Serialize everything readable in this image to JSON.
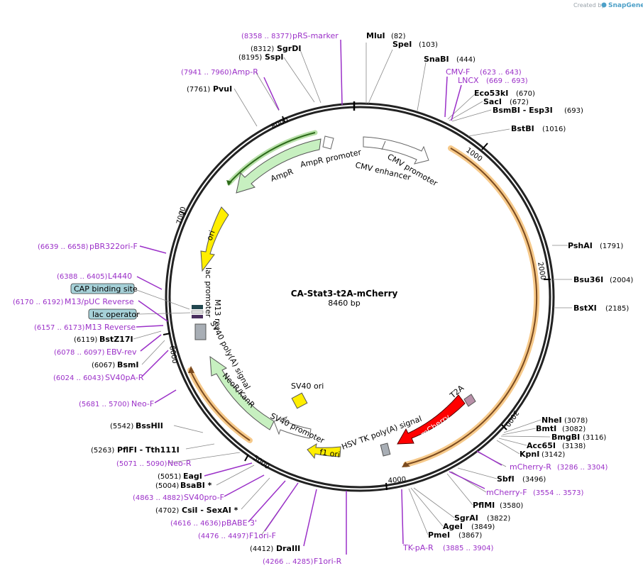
{
  "branding": {
    "created_by": "Created by",
    "app_name": "SnapGene"
  },
  "plasmid": {
    "name": "CA-Stat3-t2A-mCherry",
    "size": "8460 bp"
  },
  "ticks": [
    "1000",
    "2000",
    "3000",
    "4000",
    "5000",
    "6000",
    "7000",
    "8000"
  ],
  "features": {
    "cmv_enhancer": "CMV enhancer",
    "cmv_promoter": "CMV promoter",
    "ampr_promoter": "AmpR promoter",
    "ampr": "AmpR",
    "ori": "ori",
    "lac_promoter": "lac promoter",
    "m13_rev": "M13 rev",
    "sv40_polya": "SV40 poly(A) signal",
    "neor_kanr": "NeoR/KanR",
    "sv40_ori": "SV40 ori",
    "sv40_promoter": "SV40 promoter",
    "f1_ori": "f1 ori",
    "hsv_tk_polya": "HSV TK poly(A) signal",
    "mcherry": "mCherry",
    "t2a": "T2A"
  },
  "boxed_labels": {
    "cap": "CAP binding site",
    "lac_op": "lac operator"
  },
  "labels": {
    "mlui": {
      "pos": "",
      "name": "MluI",
      "num": "(82)"
    },
    "spei": {
      "pos": "",
      "name": "SpeI",
      "num": "(103)"
    },
    "snabi": {
      "pos": "",
      "name": "SnaBI",
      "num": "(444)"
    },
    "cmvf": {
      "pos": "",
      "name": "CMV-F",
      "num": "(623 .. 643)"
    },
    "lncx": {
      "pos": "",
      "name": "LNCX",
      "num": "(669 .. 693)"
    },
    "eco53ki": {
      "pos": "",
      "name": "Eco53kI",
      "num": "(670)"
    },
    "saci": {
      "pos": "",
      "name": "SacI",
      "num": "(672)"
    },
    "bsmbi": {
      "pos": "",
      "name": "BsmBI  - Esp3I",
      "num": "(693)"
    },
    "bstbi": {
      "pos": "",
      "name": "BstBI",
      "num": "(1016)"
    },
    "pshai": {
      "pos": "",
      "name": "PshAI",
      "num": "(1791)"
    },
    "bsu36i": {
      "pos": "",
      "name": "Bsu36I",
      "num": "(2004)"
    },
    "bstxi": {
      "pos": "",
      "name": "BstXI",
      "num": "(2185)"
    },
    "nhei": {
      "pos": "",
      "name": "NheI",
      "num": "(3078)"
    },
    "bmti": {
      "pos": "",
      "name": "BmtI",
      "num": "(3082)"
    },
    "bmgbi": {
      "pos": "",
      "name": "BmgBI",
      "num": "(3116)"
    },
    "acc65i": {
      "pos": "",
      "name": "Acc65I",
      "num": "(3138)"
    },
    "kpni": {
      "pos": "",
      "name": "KpnI",
      "num": "(3142)"
    },
    "mcherryr": {
      "pos": "",
      "name": "mCherry-R",
      "num": "(3286 .. 3304)"
    },
    "sbfi": {
      "pos": "",
      "name": "SbfI",
      "num": "(3496)"
    },
    "mcherryf": {
      "pos": "",
      "name": "mCherry-F",
      "num": "(3554 .. 3573)"
    },
    "pflmi": {
      "pos": "",
      "name": "PflMI",
      "num": "(3580)"
    },
    "sgrai": {
      "pos": "",
      "name": "SgrAI",
      "num": "(3822)"
    },
    "agei": {
      "pos": "",
      "name": "AgeI",
      "num": "(3849)"
    },
    "pmei": {
      "pos": "",
      "name": "PmeI",
      "num": "(3867)"
    },
    "tkpar": {
      "pos": "",
      "name": "TK-pA-R",
      "num": "(3885 .. 3904)"
    },
    "f1orir": {
      "pos": "(4266 .. 4285)",
      "name": "F1ori-R",
      "num": ""
    },
    "draiii": {
      "pos": "(4412)",
      "name": "DraIII",
      "num": ""
    },
    "f1orif": {
      "pos": "(4476 .. 4497)",
      "name": "F1ori-F",
      "num": ""
    },
    "pbabe3": {
      "pos": "(4616 .. 4636)",
      "name": "pBABE 3'",
      "num": ""
    },
    "csii": {
      "pos": "(4702)",
      "name": "CsiI  - SexAI *",
      "num": ""
    },
    "sv40prof": {
      "pos": "(4863 .. 4882)",
      "name": "SV40pro-F",
      "num": ""
    },
    "bsabi": {
      "pos": "(5004)",
      "name": "BsaBI *",
      "num": ""
    },
    "eagi": {
      "pos": "(5051)",
      "name": "EagI",
      "num": ""
    },
    "neor": {
      "pos": "(5071 .. 5090)",
      "name": "Neo-R",
      "num": ""
    },
    "pflfi": {
      "pos": "(5263)",
      "name": "PflFI  - Tth111I",
      "num": ""
    },
    "bsshii": {
      "pos": "(5542)",
      "name": "BssHII",
      "num": ""
    },
    "neof": {
      "pos": "(5681 .. 5700)",
      "name": "Neo-F",
      "num": ""
    },
    "sv40par": {
      "pos": "(6024 .. 6043)",
      "name": "SV40pA-R",
      "num": ""
    },
    "bsmi": {
      "pos": "(6067)",
      "name": "BsmI",
      "num": ""
    },
    "ebvrev": {
      "pos": "(6078 .. 6097)",
      "name": "EBV-rev",
      "num": ""
    },
    "bstz17i": {
      "pos": "(6119)",
      "name": "BstZ17I",
      "num": ""
    },
    "m13reverse": {
      "pos": "(6157 .. 6173)",
      "name": "M13 Reverse",
      "num": ""
    },
    "m13puc": {
      "pos": "(6170 .. 6192)",
      "name": "M13/pUC Reverse",
      "num": ""
    },
    "l4440": {
      "pos": "(6388 .. 6405)",
      "name": "L4440",
      "num": ""
    },
    "pbr322": {
      "pos": "(6639 .. 6658)",
      "name": "pBR322ori-F",
      "num": ""
    },
    "pvui": {
      "pos": "(7761)",
      "name": "PvuI",
      "num": ""
    },
    "ampr_p": {
      "pos": "(7941 .. 7960)",
      "name": "Amp-R",
      "num": ""
    },
    "sspi": {
      "pos": "(8195)",
      "name": "SspI",
      "num": ""
    },
    "sgrdi": {
      "pos": "(8312)",
      "name": "SgrDI",
      "num": ""
    },
    "prs": {
      "pos": "(8358 .. 8377)",
      "name": "pRS-marker",
      "num": ""
    }
  }
}
